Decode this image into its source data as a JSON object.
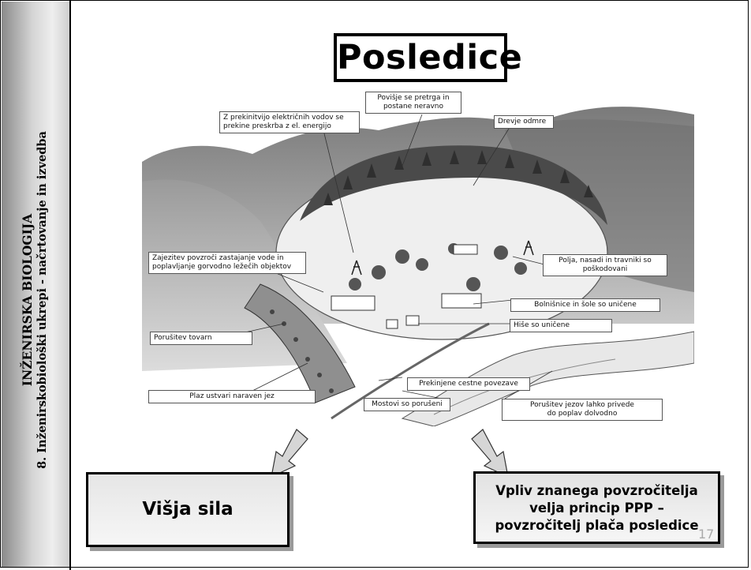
{
  "sidebar": {
    "line1": "INŽENIRSKA BIOLOGIJA",
    "line2": "8. Inženirskobiološki ukrepi - načrtovanje in izvedba"
  },
  "title": "Posledice",
  "callouts": {
    "power": [
      "Z prekinitvijo električnih vodov se",
      "prekine preskrba z el. energijo"
    ],
    "groundwater": [
      "Povišje se pretrga in",
      "postane neravno"
    ],
    "trees": "Drevje odmre",
    "dam": [
      "Zajezitev povzroči zastajanje vode in",
      "poplavljanje gorvodno ležečih objektov"
    ],
    "fields": [
      "Polja, nasadi in travniki so",
      "poškodovani"
    ],
    "hospitals": "Bolnišnice in šole so uničene",
    "houses": "Hiše so uničene",
    "factory": "Porušitev tovarn",
    "road": "Prekinjene cestne povezave",
    "landslide": "Plaz ustvari naraven jez",
    "bridges": "Mostovi so porušeni",
    "dambreak": [
      "Porušitev jezov lahko privede",
      "do poplav dolvodno"
    ]
  },
  "boxes": {
    "left": "Višja sila",
    "right": [
      "Vpliv znanega povzročitelja",
      "velja princip PPP –",
      "povzročitelj plača posledice"
    ]
  },
  "slide_number": "17"
}
